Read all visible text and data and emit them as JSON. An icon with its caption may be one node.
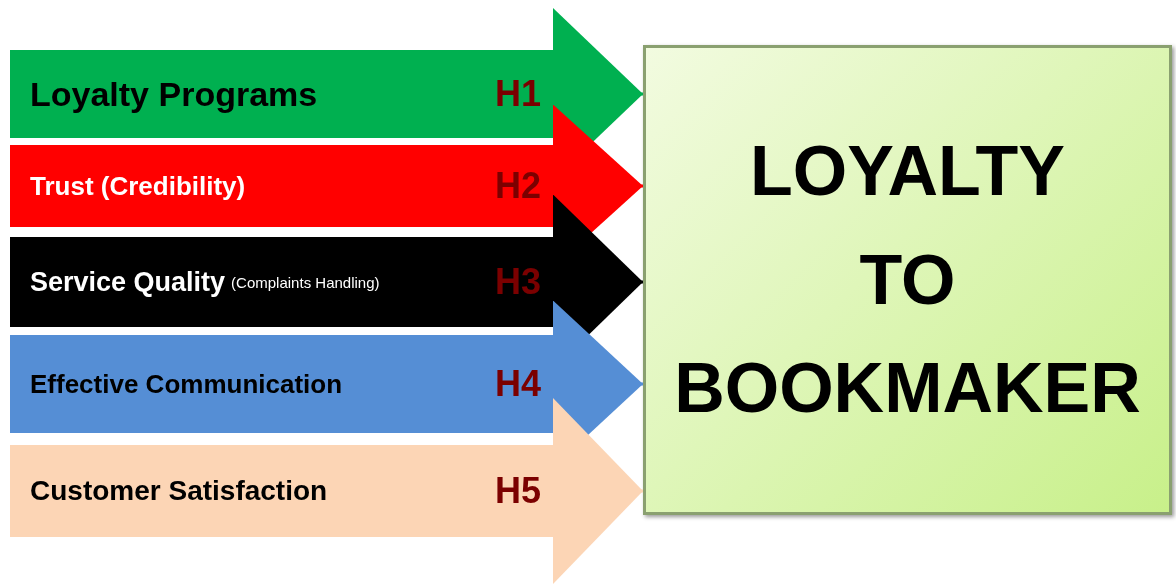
{
  "diagram": {
    "nodes": [
      {
        "text": [
          "Loyalty Programs",
          "H1"
        ]
      },
      {
        "text": [
          "Trust (Credibility)",
          "H2"
        ]
      },
      {
        "text": [
          "Service Quality",
          "(Complaints Handling)",
          "H3"
        ]
      },
      {
        "text": [
          "Effective Communication",
          "H4"
        ]
      },
      {
        "text": [
          "Customer  Satisfaction",
          "H5"
        ]
      },
      {
        "text": [
          "LOYALTY TO BOOKMAKER"
        ]
      }
    ],
    "edges": [
      {
        "from": 0,
        "to": 5,
        "arrow": "to",
        "color": "#00b050"
      },
      {
        "from": 1,
        "to": 5,
        "arrow": "to",
        "color": "#ff0000"
      },
      {
        "from": 2,
        "to": 5,
        "arrow": "to",
        "color": "#000000"
      },
      {
        "from": 3,
        "to": 5,
        "arrow": "to",
        "color": "#558ed5"
      },
      {
        "from": 4,
        "to": 5,
        "arrow": "to",
        "color": "#fcd5b5"
      }
    ]
  }
}
